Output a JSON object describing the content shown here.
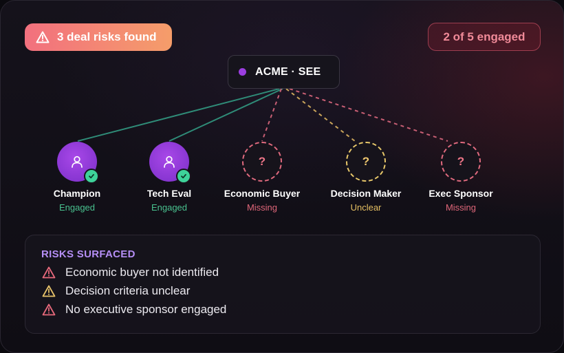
{
  "header": {
    "risk_badge": "3 deal risks found",
    "engaged_badge": "2 of 5 engaged"
  },
  "account": {
    "name": "ACME · SEE",
    "dot_color": "#9b3ee0"
  },
  "stakeholders": [
    {
      "role": "Champion",
      "status": "Engaged",
      "state": "engaged",
      "icon": "user-icon"
    },
    {
      "role": "Tech Eval",
      "status": "Engaged",
      "state": "engaged",
      "icon": "user-icon"
    },
    {
      "role": "Economic Buyer",
      "status": "Missing",
      "state": "missing",
      "symbol": "?"
    },
    {
      "role": "Decision Maker",
      "status": "Unclear",
      "state": "unclear",
      "symbol": "?"
    },
    {
      "role": "Exec Sponsor",
      "status": "Missing",
      "state": "missing",
      "symbol": "?"
    }
  ],
  "risks": {
    "title": "RISKS SURFACED",
    "items": [
      {
        "text": "Economic buyer not identified",
        "severity": "high",
        "color": "#e8697c"
      },
      {
        "text": "Decision criteria unclear",
        "severity": "medium",
        "color": "#e8c36a"
      },
      {
        "text": "No executive sponsor engaged",
        "severity": "high",
        "color": "#e8697c"
      }
    ]
  },
  "colors": {
    "engaged": "#3ed39a",
    "missing": "#e06a7e",
    "unclear": "#e8c86a",
    "accent": "#b58ef5"
  }
}
